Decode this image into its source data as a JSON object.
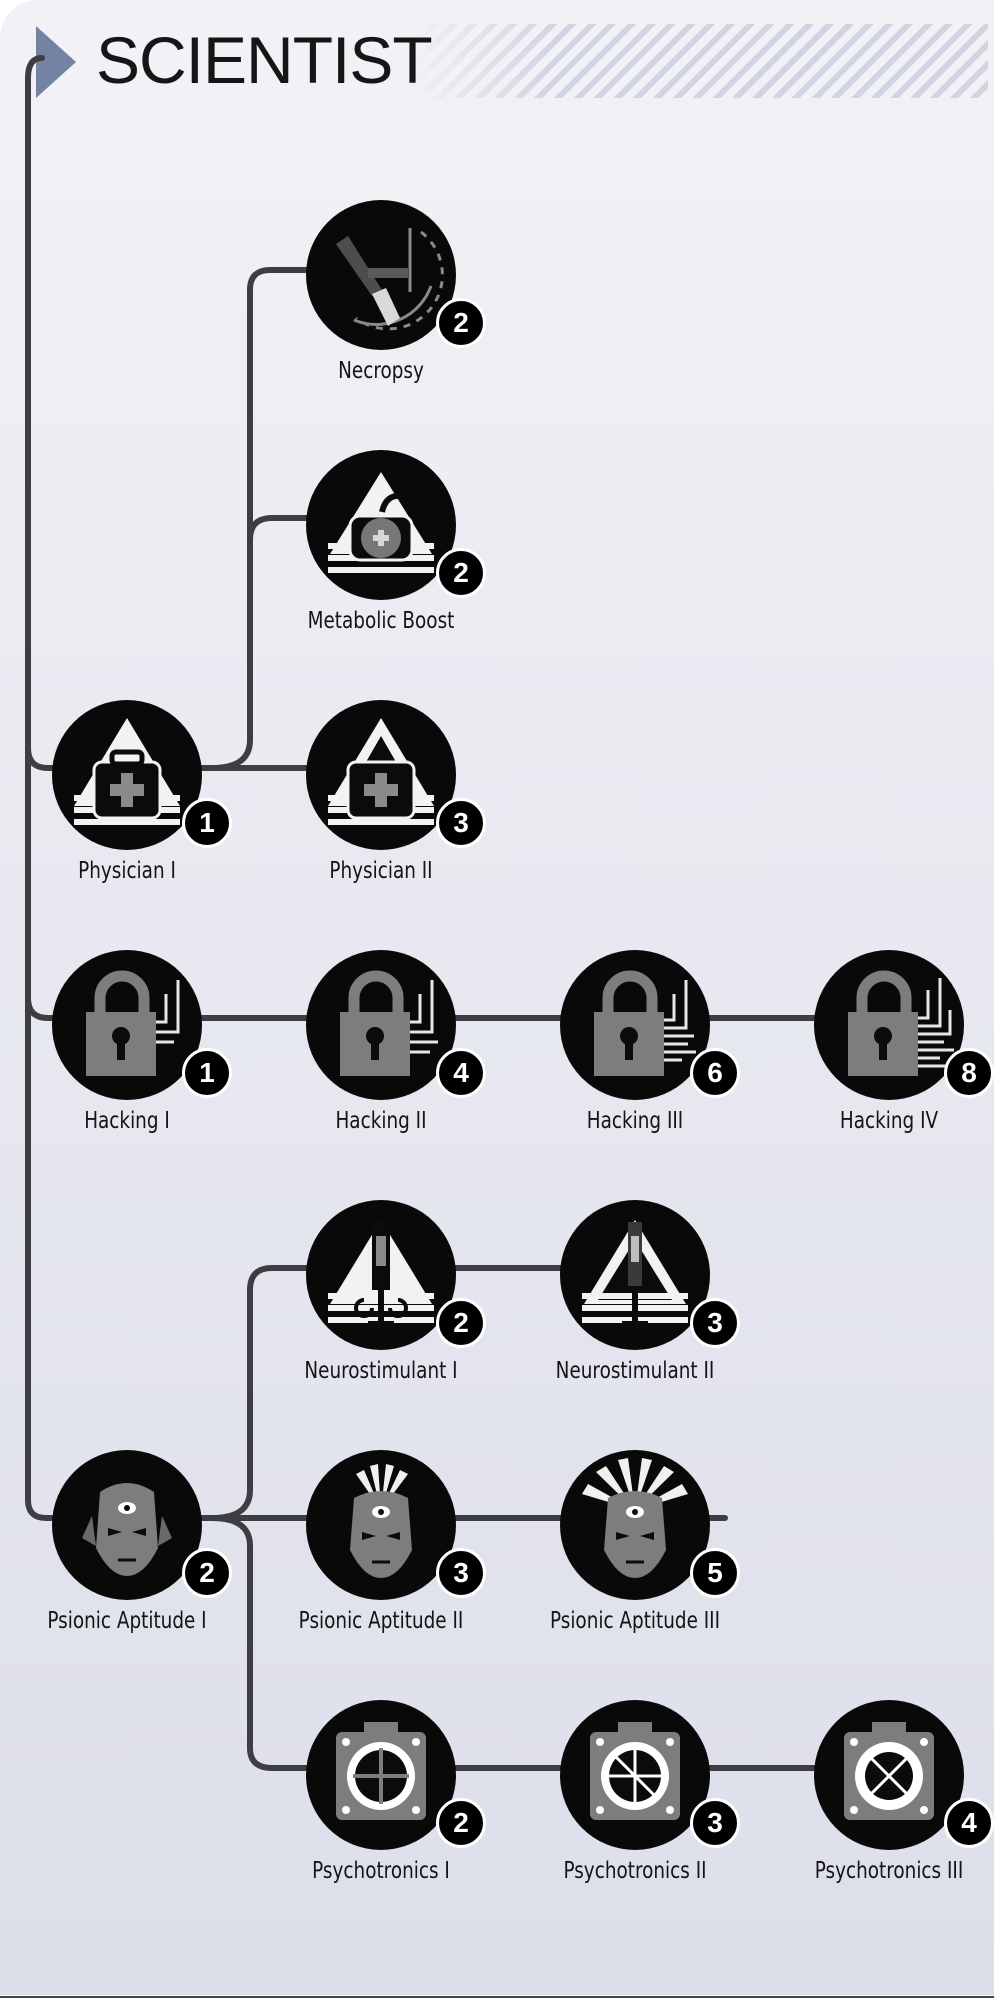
{
  "header": {
    "title": "SCIENTIST"
  },
  "colors": {
    "line": "#3d3d42",
    "accent": "#7583a3",
    "circle": "#090909",
    "icon_grey": "#7d7d7d"
  },
  "skills": [
    {
      "id": "necropsy",
      "name": "Necropsy",
      "cost": "2",
      "icon": "scalpel-icon"
    },
    {
      "id": "metabolic-boost",
      "name": "Metabolic Boost",
      "cost": "2",
      "icon": "metabolic-kit-icon"
    },
    {
      "id": "physician-1",
      "name": "Physician I",
      "cost": "1",
      "icon": "medkit-icon"
    },
    {
      "id": "physician-2",
      "name": "Physician II",
      "cost": "3",
      "icon": "medkit-icon"
    },
    {
      "id": "hacking-1",
      "name": "Hacking I",
      "cost": "1",
      "icon": "padlock-circuit-icon"
    },
    {
      "id": "hacking-2",
      "name": "Hacking II",
      "cost": "4",
      "icon": "padlock-circuit-icon"
    },
    {
      "id": "hacking-3",
      "name": "Hacking III",
      "cost": "6",
      "icon": "padlock-circuit-icon"
    },
    {
      "id": "hacking-4",
      "name": "Hacking IV",
      "cost": "8",
      "icon": "padlock-circuit-icon"
    },
    {
      "id": "neurostimulant-1",
      "name": "Neurostimulant I",
      "cost": "2",
      "icon": "syringe-icon"
    },
    {
      "id": "neurostimulant-2",
      "name": "Neurostimulant II",
      "cost": "3",
      "icon": "syringe-icon"
    },
    {
      "id": "psionic-1",
      "name": "Psionic Aptitude I",
      "cost": "2",
      "icon": "psionic-face-icon"
    },
    {
      "id": "psionic-2",
      "name": "Psionic Aptitude II",
      "cost": "3",
      "icon": "psionic-face-icon"
    },
    {
      "id": "psionic-3",
      "name": "Psionic Aptitude III",
      "cost": "5",
      "icon": "psionic-face-icon"
    },
    {
      "id": "psychotronics-1",
      "name": "Psychotronics I",
      "cost": "2",
      "icon": "psychotronic-device-icon"
    },
    {
      "id": "psychotronics-2",
      "name": "Psychotronics II",
      "cost": "3",
      "icon": "psychotronic-device-icon"
    },
    {
      "id": "psychotronics-3",
      "name": "Psychotronics III",
      "cost": "4",
      "icon": "psychotronic-device-icon"
    }
  ]
}
